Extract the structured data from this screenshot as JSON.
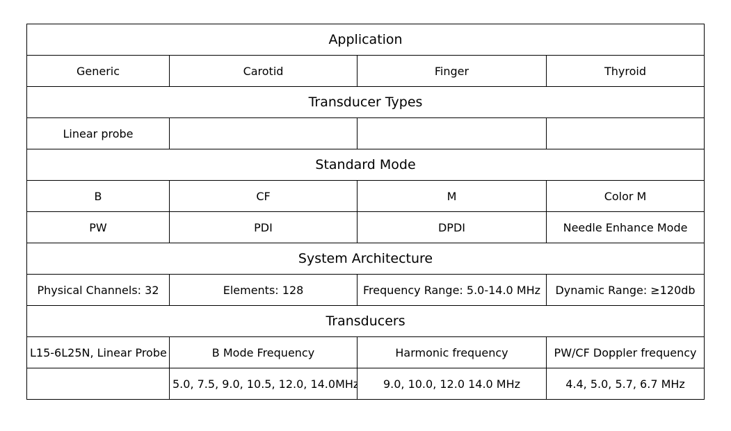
{
  "sections": {
    "application": {
      "title": "Application",
      "cells": [
        "Generic",
        "Carotid",
        "Finger",
        "Thyroid"
      ]
    },
    "transducer_types": {
      "title": "Transducer Types",
      "cells": [
        "Linear probe",
        "",
        "",
        ""
      ]
    },
    "standard_mode": {
      "title": "Standard Mode",
      "rows": [
        [
          "B",
          "CF",
          "M",
          "Color M"
        ],
        [
          "PW",
          "PDI",
          "DPDI",
          "Needle Enhance Mode"
        ]
      ]
    },
    "system_architecture": {
      "title": "System Architecture",
      "cells": [
        "Physical Channels: 32",
        "Elements: 128",
        "Frequency Range: 5.0-14.0 MHz",
        "Dynamic Range: ≥120db"
      ]
    },
    "transducers": {
      "title": "Transducers",
      "rows": [
        [
          "L15-6L25N, Linear Probe",
          "B Mode Frequency",
          "Harmonic frequency",
          "PW/CF Doppler frequency"
        ],
        [
          "",
          "5.0, 7.5, 9.0, 10.5, 12.0, 14.0MHz",
          "9.0, 10.0, 12.0 14.0 MHz",
          "4.4, 5.0, 5.7, 6.7 MHz"
        ]
      ]
    }
  }
}
